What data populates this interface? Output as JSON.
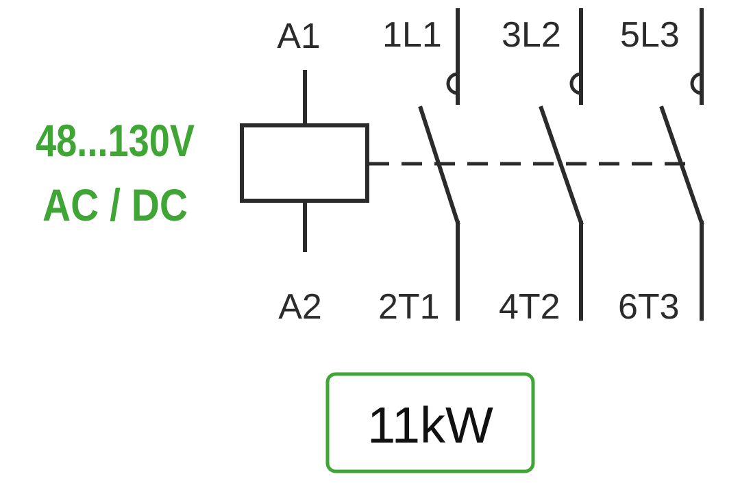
{
  "coil": {
    "top_terminal": "A1",
    "bottom_terminal": "A2"
  },
  "poles": [
    {
      "line": "1L1",
      "load": "2T1"
    },
    {
      "line": "3L2",
      "load": "4T2"
    },
    {
      "line": "5L3",
      "load": "6T3"
    }
  ],
  "voltage": {
    "line1": "48...130V",
    "line2": "AC / DC"
  },
  "rating": {
    "power": "11kW"
  },
  "colors": {
    "accent": "#3fa535",
    "line": "#2b2b2b"
  }
}
